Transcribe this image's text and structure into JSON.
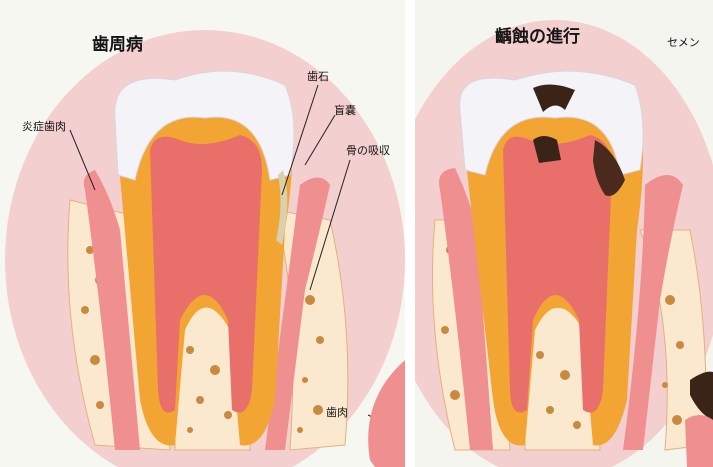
{
  "left_panel": {
    "title": "歯周病",
    "labels": {
      "inflamed_gum": "炎症歯肉",
      "tartar": "歯石",
      "pocket": "盲嚢",
      "bone_resorption": "骨の吸収",
      "gum": "歯肉"
    }
  },
  "right_panel": {
    "title": "齲蝕の進行",
    "edge_label": "セメン"
  },
  "colors": {
    "enamel": "#f4f3f7",
    "dentin": "#f3a534",
    "pulp": "#e96f6b",
    "gum": "#ef8f8f",
    "bone": "#fbe9cf",
    "bone_pore": "#c98a3f",
    "cavity": "#3a2418"
  }
}
